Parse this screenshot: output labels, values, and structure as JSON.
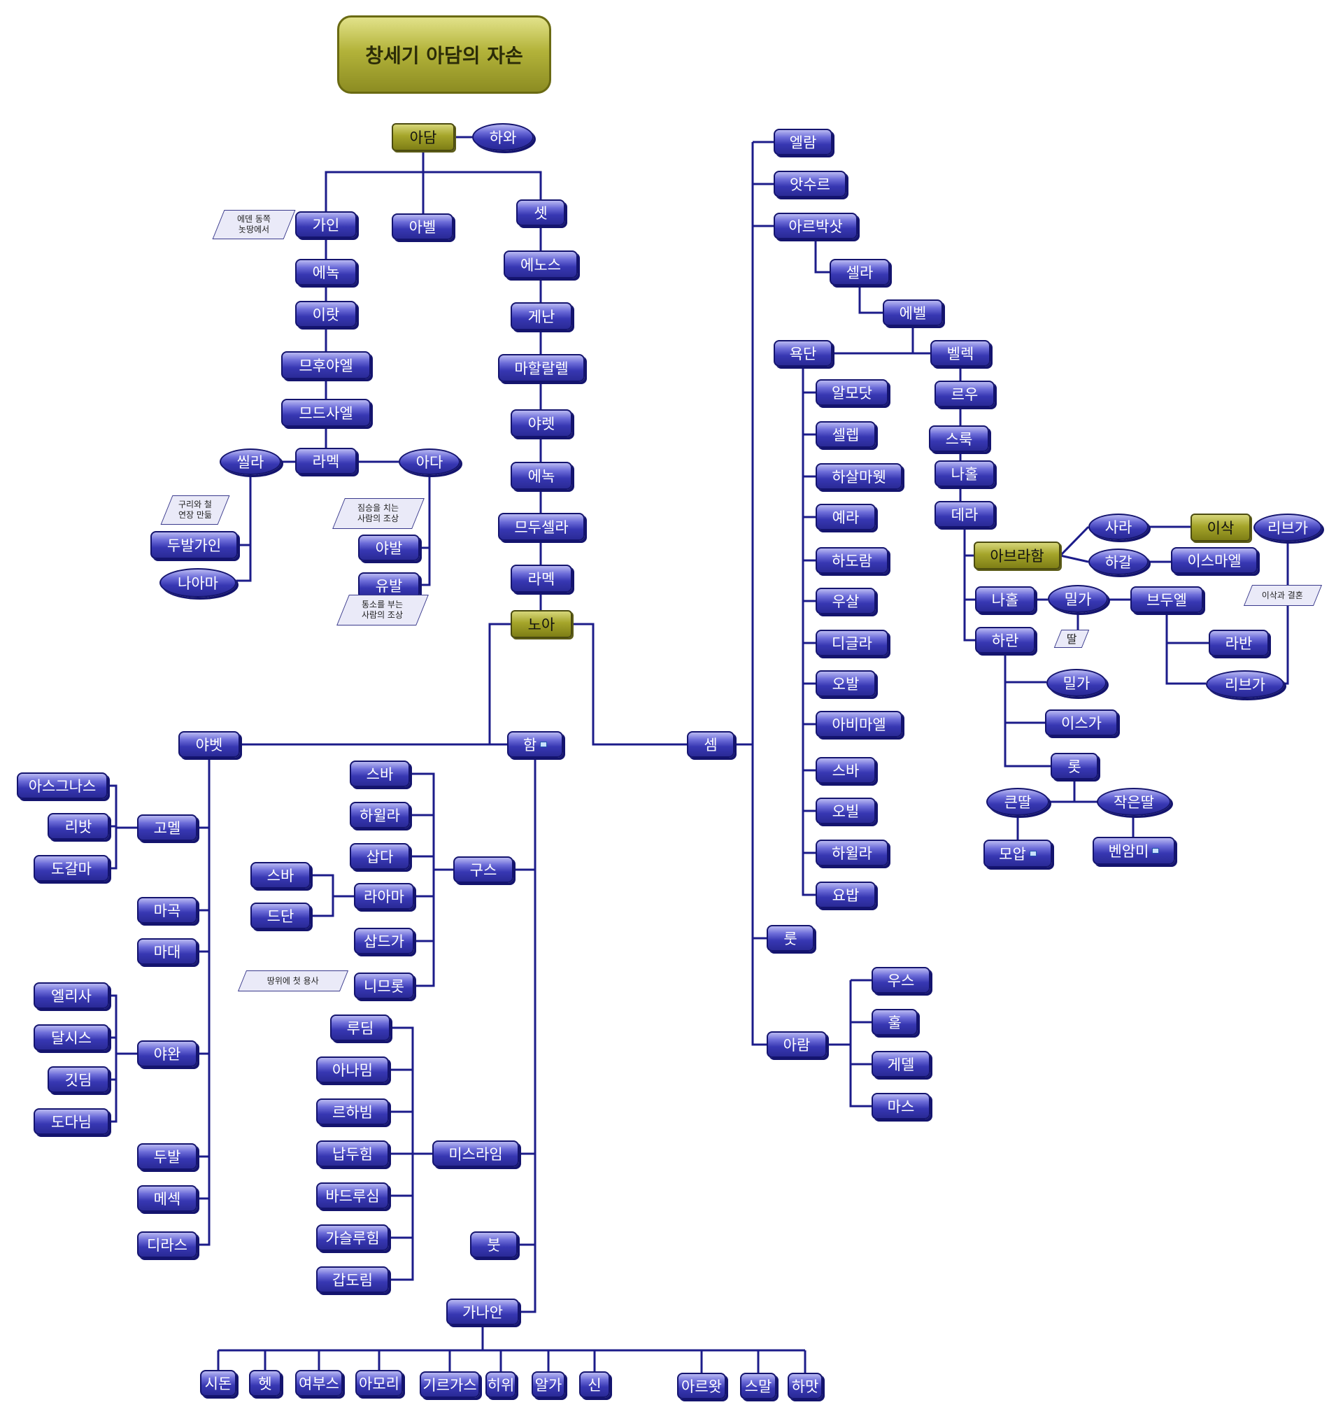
{
  "title": "창세기 아담의 자손",
  "nodes": {
    "adam": "아담",
    "hawa": "하와",
    "kain": "가인",
    "abel": "아벨",
    "seth": "셋",
    "kain_enoch": "에녹",
    "irad": "이랏",
    "mehujael": "므후야엘",
    "methushael": "므드사엘",
    "kain_lamech": "라멕",
    "zillah": "씰라",
    "adah": "아다",
    "tubalkain": "두발가인",
    "naamah": "나아마",
    "jabal": "야발",
    "jubal": "유발",
    "enosh": "에노스",
    "kenan": "게난",
    "mahalalel": "마할랄렐",
    "jared": "야렛",
    "seth_enoch": "에녹",
    "methuselah": "므두셀라",
    "seth_lamech": "라멕",
    "noah": "노아",
    "japheth": "야벳",
    "ham": "함",
    "shem": "셈",
    "ashkenaz": "아스그나스",
    "riphath": "리밧",
    "togarmah": "도갈마",
    "gomer": "고멜",
    "magog": "마곡",
    "madai": "마대",
    "elishah": "엘리사",
    "tarshish": "달시스",
    "kittim": "깃딤",
    "dodanim": "도다님",
    "javan": "야완",
    "tubal": "두발",
    "meshech": "메섹",
    "tiras": "디라스",
    "seba": "스바",
    "havilah": "하윌라",
    "sabtah": "삽다",
    "raamah": "라아마",
    "sabteca": "삽드가",
    "nimrod": "니므롯",
    "sheba": "스바",
    "dedan": "드단",
    "cush": "구스",
    "ludim": "루딤",
    "anamim": "아나밈",
    "lehabim": "르하빔",
    "naphtuhim": "납두힘",
    "pathrusim": "바드루심",
    "casluhim": "가슬루힘",
    "caphtorim": "갑도림",
    "mizraim": "미스라임",
    "put": "붓",
    "canaan": "가나안",
    "sidon": "시돈",
    "heth": "헷",
    "jebusite": "여부스",
    "amorite": "아모리",
    "girgashite": "기르가스",
    "hivite": "히위",
    "arkite": "알가",
    "sinite": "신",
    "arvadite": "아르왓",
    "zemarite": "스말",
    "hamathite": "하맛",
    "elam": "엘람",
    "asshur": "앗수르",
    "arpachshad": "아르박삿",
    "shelah": "셀라",
    "eber": "에벨",
    "joktan": "욕단",
    "peleg": "벨렉",
    "almodad": "알모닷",
    "sheleph": "셀렙",
    "hazarmaveth": "하살마웻",
    "jerah": "예라",
    "hadoram": "하도람",
    "uzal": "우살",
    "diklah": "디글라",
    "obal": "오발",
    "abimael": "아비마엘",
    "j_sheba": "스바",
    "ophir": "오빌",
    "j_havilah": "하윌라",
    "jobab": "요밥",
    "lud": "룻",
    "aram": "아람",
    "uz": "우스",
    "hul": "훌",
    "gether": "게델",
    "mash": "마스",
    "reu": "르우",
    "serug": "스룩",
    "nahor1": "나홀",
    "terah": "데라",
    "abraham": "아브라함",
    "sarah": "사라",
    "hagar": "하갈",
    "isaac": "이삭",
    "rebekah1": "리브가",
    "ishmael": "이스마엘",
    "nahor2": "나홀",
    "milcah1": "밀가",
    "bethuel": "브두엘",
    "haran": "하란",
    "laban": "라반",
    "rebekah2": "리브가",
    "milcah2": "밀가",
    "iscah": "이스가",
    "lot": "롯",
    "elder_daughter": "큰딸",
    "younger_daughter": "작은딸",
    "moab": "모압",
    "benammi": "벤암미",
    "daughter_note": "딸"
  },
  "notes": {
    "kain_note": "에덴 동쪽\n놋땅에서",
    "tubalkain_note": "구리와 철\n연장 만듦",
    "jabal_note": "짐승을 치는\n사람의 조상",
    "jubal_note": "통소를 부는\n사람의 조상",
    "nimrod_note": "땅위에 첫 용사",
    "isaac_note": "이삭과 결혼"
  }
}
